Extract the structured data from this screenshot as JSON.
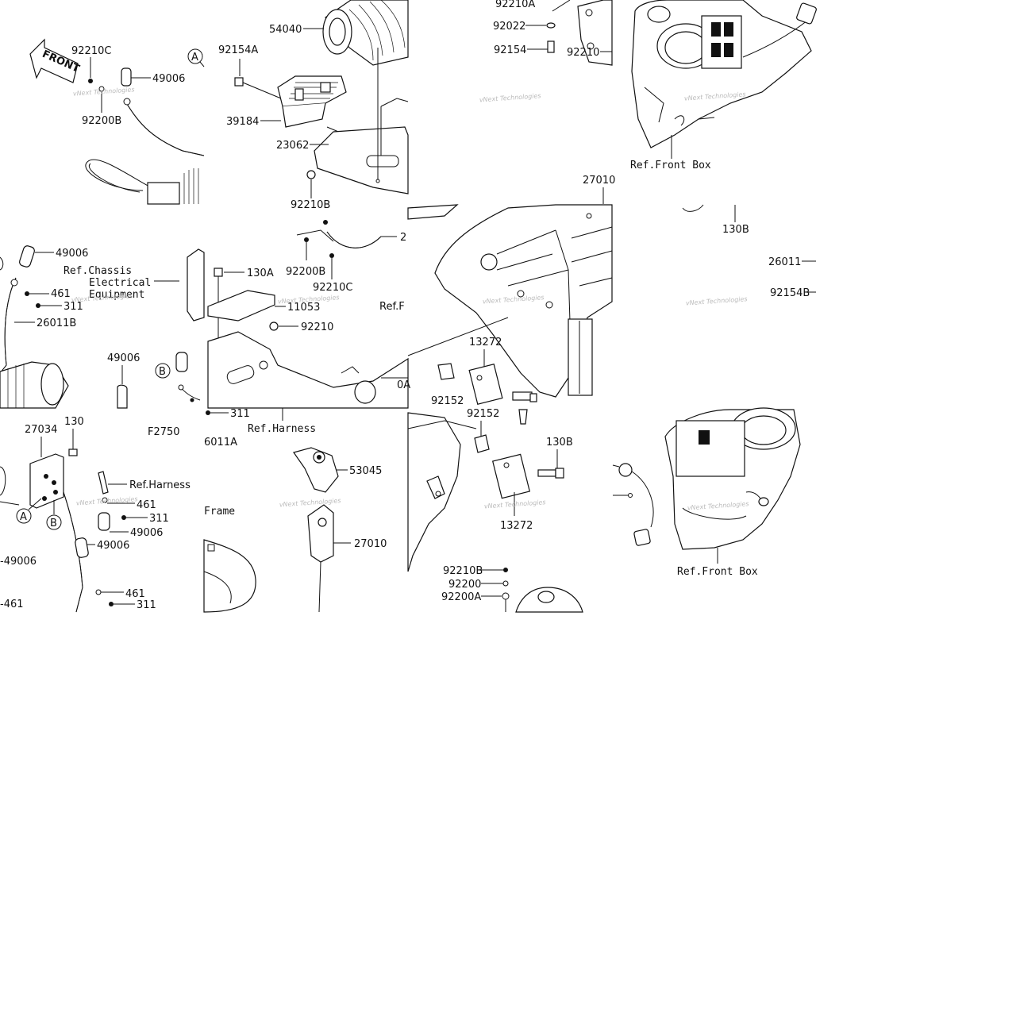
{
  "front_arrow": "FRONT",
  "sheet_code": "F2750",
  "watermark": "vNext Technologies",
  "callouts": {
    "A": "A",
    "B": "B"
  },
  "labels": {
    "p92210C_a": "92210C",
    "p49006_a": "49006",
    "p92200B_a": "92200B",
    "p54040": "54040",
    "p92154A": "92154A",
    "p39184": "39184",
    "p23062": "23062",
    "p92210B_a": "92210B",
    "p2_cut": "2",
    "p92200B_b": "92200B",
    "p92210C_b": "92210C",
    "p92210A": "92210A",
    "p92022": "92022",
    "p92154": "92154",
    "p92210_a": "92210",
    "p27010_a": "27010",
    "ref_front_box_a": "Ref.Front Box",
    "p130B_a": "130B",
    "p26011": "26011",
    "p92154B": "92154B",
    "p49006_b": "49006",
    "ref_chassis_1": "Ref.Chassis",
    "ref_chassis_2": "Electrical",
    "ref_chassis_3": "Equipment",
    "p461_a": "461",
    "p311_a": "311",
    "p26011B": "26011B",
    "p49006_c": "49006",
    "p130A": "130A",
    "p11053": "11053",
    "p92210_b": "92210",
    "p311_b": "311",
    "ref_frame_a": "Ref.F",
    "p0A": "0A",
    "p13272_a": "13272",
    "p92152_a": "92152",
    "p92152_b": "92152",
    "p27034": "27034",
    "p130": "130",
    "ref_harness_a": "Ref.Harness",
    "p461_b": "461",
    "p311_c": "311",
    "p49006_d": "49006",
    "p49006_e": "49006",
    "p49006_f": "-49006",
    "p461_c": "461",
    "p311_d": "311",
    "p461_d": "-461",
    "p26011A": "6011A",
    "ref_harness_b": "Ref.Harness",
    "ref_frame_b": "Frame",
    "p53045": "53045",
    "p27010_b": "27010",
    "p130B_b": "130B",
    "p13272_b": "13272",
    "p92210B_b": "92210B",
    "p92200": "92200",
    "p92200A": "92200A",
    "ref_front_box_b": "Ref.Front Box"
  }
}
